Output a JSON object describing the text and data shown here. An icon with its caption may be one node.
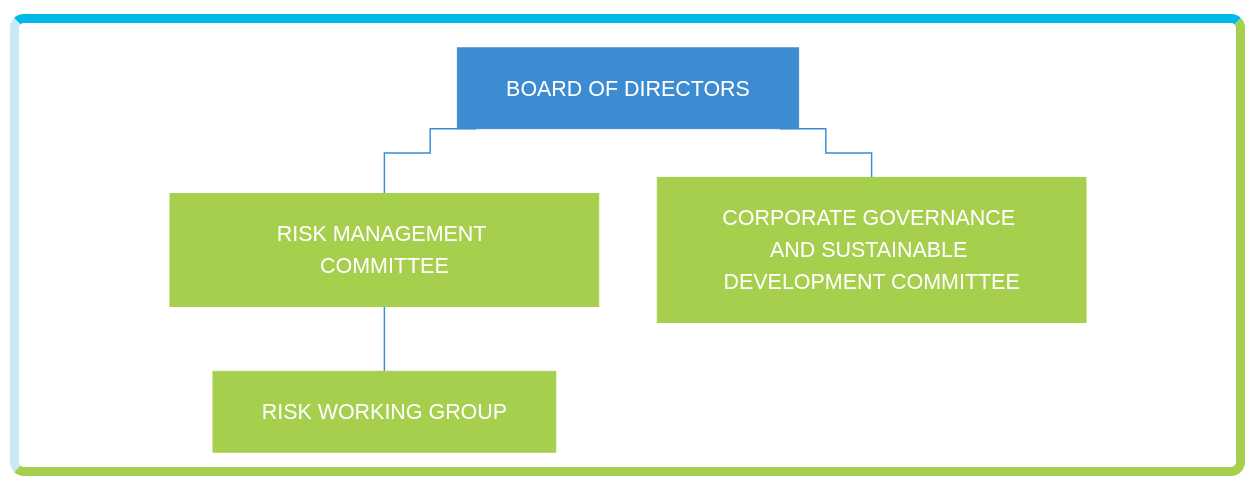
{
  "diagram": {
    "nodes": [
      {
        "text": [
          "BOARD OF DIRECTORS"
        ]
      },
      {
        "text": [
          "RISK MANAGEMENT COMMITTEE"
        ]
      },
      {
        "text": [
          "CORPORATE GOVERNANCE AND SUSTAINABLE DEVELOPMENT COMMITTEE"
        ]
      },
      {
        "text": [
          "RISK WORKING GROUP"
        ]
      }
    ],
    "edges": [
      {
        "from": 0,
        "to": 1,
        "arrow": "none"
      },
      {
        "from": 0,
        "to": 2,
        "arrow": "none"
      },
      {
        "from": 1,
        "to": 3,
        "arrow": "none"
      }
    ]
  }
}
